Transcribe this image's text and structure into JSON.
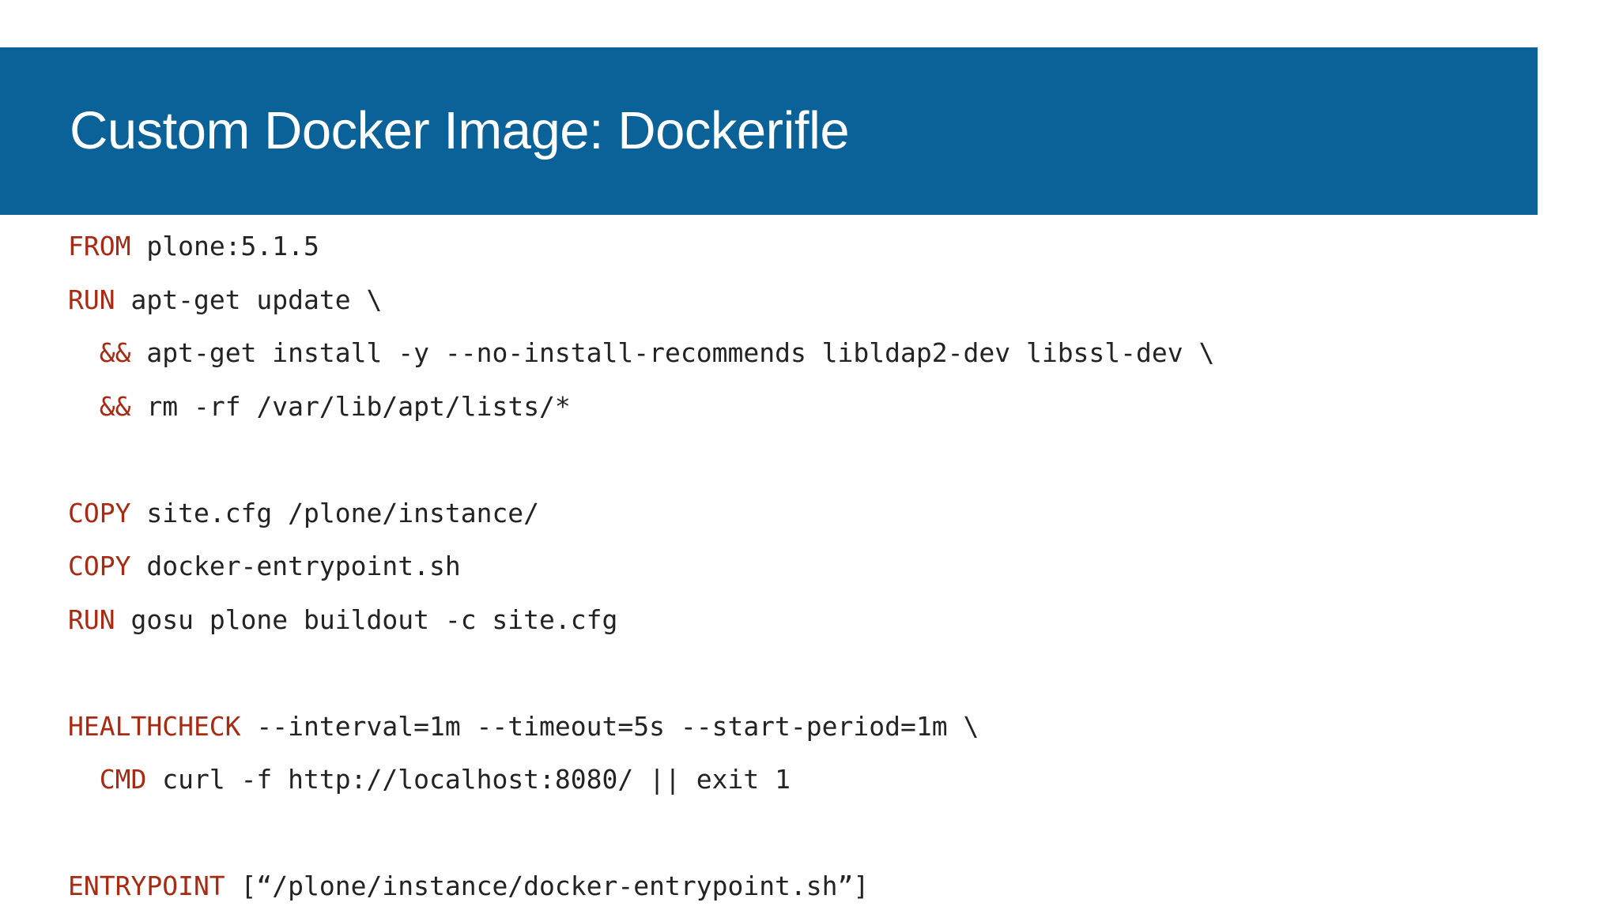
{
  "slide": {
    "title": "Custom Docker Image: Dockerifle",
    "banner_color": "#0a6299",
    "background_color": "#fefefe",
    "title_color": "#ffffff",
    "keyword_color": "#a92a13",
    "code_text_color": "#232323"
  },
  "code": {
    "language": "dockerfile",
    "lines": [
      {
        "indent": "",
        "keyword": "FROM",
        "rest": " plone:5.1.5"
      },
      {
        "indent": "",
        "keyword": "RUN",
        "rest": " apt-get update \\"
      },
      {
        "indent": "  ",
        "keyword": "&&",
        "rest": " apt-get install -y --no-install-recommends libldap2-dev libssl-dev \\"
      },
      {
        "indent": "  ",
        "keyword": "&&",
        "rest": " rm -rf /var/lib/apt/lists/*"
      },
      {
        "indent": "",
        "keyword": "",
        "rest": ""
      },
      {
        "indent": "",
        "keyword": "COPY",
        "rest": " site.cfg /plone/instance/"
      },
      {
        "indent": "",
        "keyword": "COPY",
        "rest": " docker-entrypoint.sh"
      },
      {
        "indent": "",
        "keyword": "RUN",
        "rest": " gosu plone buildout -c site.cfg"
      },
      {
        "indent": "",
        "keyword": "",
        "rest": ""
      },
      {
        "indent": "",
        "keyword": "HEALTHCHECK",
        "rest": " --interval=1m --timeout=5s --start-period=1m \\"
      },
      {
        "indent": "  ",
        "keyword": "CMD",
        "rest": " curl -f http://localhost:8080/ || exit 1"
      },
      {
        "indent": "",
        "keyword": "",
        "rest": ""
      },
      {
        "indent": "",
        "keyword": "ENTRYPOINT",
        "rest": " [“/plone/instance/docker-entrypoint.sh”]"
      }
    ]
  }
}
